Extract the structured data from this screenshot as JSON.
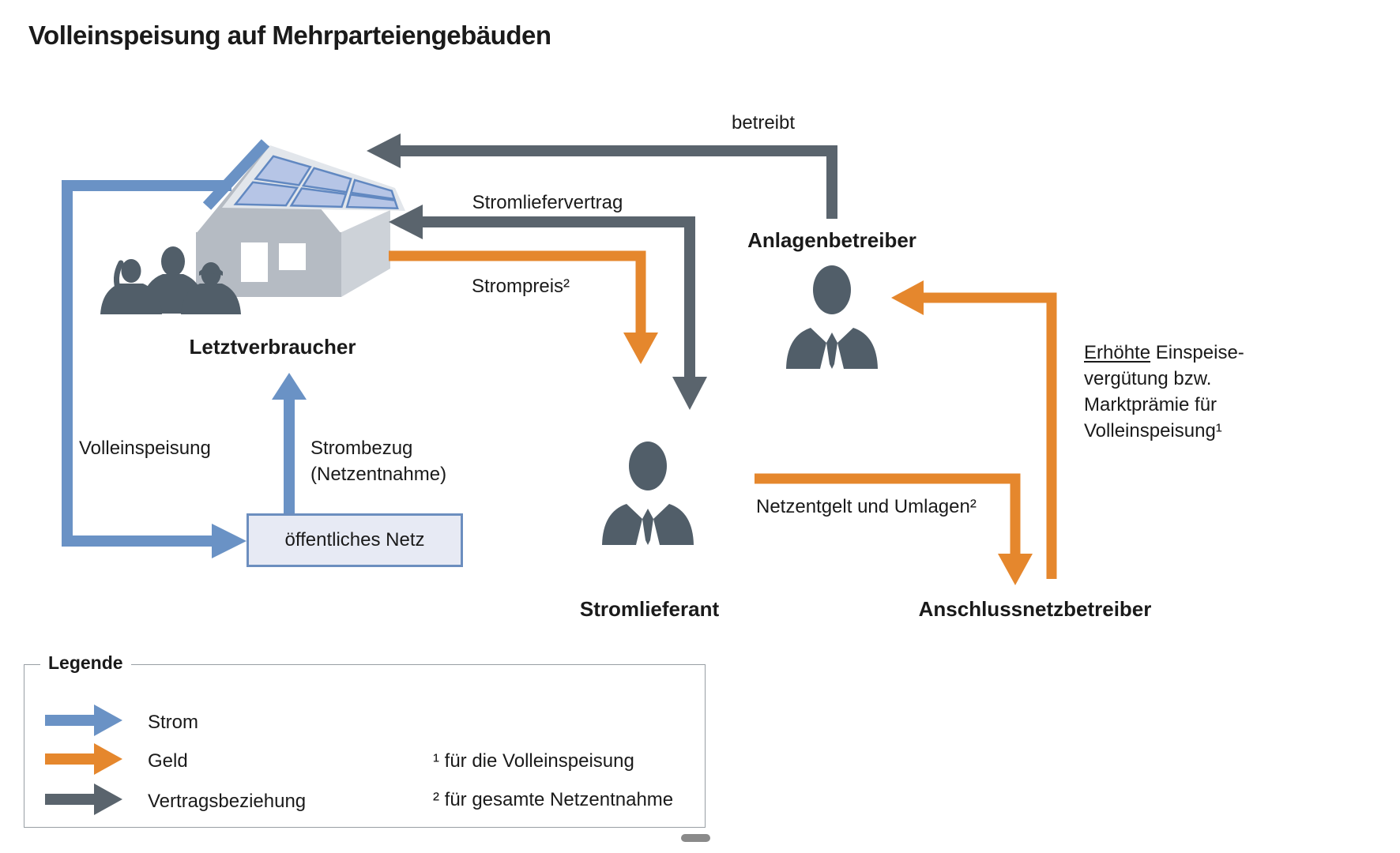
{
  "title": "Volleinspeisung auf Mehrparteiengebäuden",
  "colors": {
    "strom": "#6A92C5",
    "geld": "#E5872D",
    "vertrag": "#5A646D",
    "icon": "#515E69",
    "house": "#B5BBC3",
    "house-side": "#CDD2D8",
    "roof": "#E2E6EB",
    "panel": "#B6C5E6",
    "panel-border": "#6188C1",
    "box-fill": "#E7EAF4",
    "box-border": "#6C8EBF",
    "text": "#1A1A1A",
    "legend-border": "#989EA4",
    "dash": "#8A8A8A"
  },
  "nodes": {
    "letztverbraucher": {
      "label": "Letztverbraucher"
    },
    "anlagenbetreiber": {
      "label": "Anlagenbetreiber"
    },
    "stromlieferant": {
      "label": "Stromlieferant"
    },
    "anschlussnetzbetreiber": {
      "label": "Anschlussnetzbetreiber"
    },
    "oeffentliches_netz": {
      "label": "öffentliches Netz"
    }
  },
  "flows": {
    "betreibt": "betreibt",
    "stromliefervertrag": "Stromliefervertrag",
    "strompreis": "Strompreis²",
    "volleinspeisung": "Volleinspeisung",
    "strombezug_line1": "Strombezug",
    "strombezug_line2": "(Netzentnahme)",
    "netzentgelt": "Netzentgelt und Umlagen²",
    "erhoehte_verguetung": {
      "emphasis": "Erhöhte",
      "line1_rest": "Einspeise-",
      "line2": "vergütung bzw.",
      "line3": "Marktprämie für",
      "line4": "Volleinspeisung¹"
    }
  },
  "legend": {
    "title": "Legende",
    "items": [
      {
        "label": "Strom",
        "color": "#6A92C5"
      },
      {
        "label": "Geld",
        "color": "#E5872D"
      },
      {
        "label": "Vertragsbeziehung",
        "color": "#5A646D"
      }
    ],
    "footnotes": [
      "¹ für die Volleinspeisung",
      "² für gesamte Netzentnahme"
    ]
  }
}
